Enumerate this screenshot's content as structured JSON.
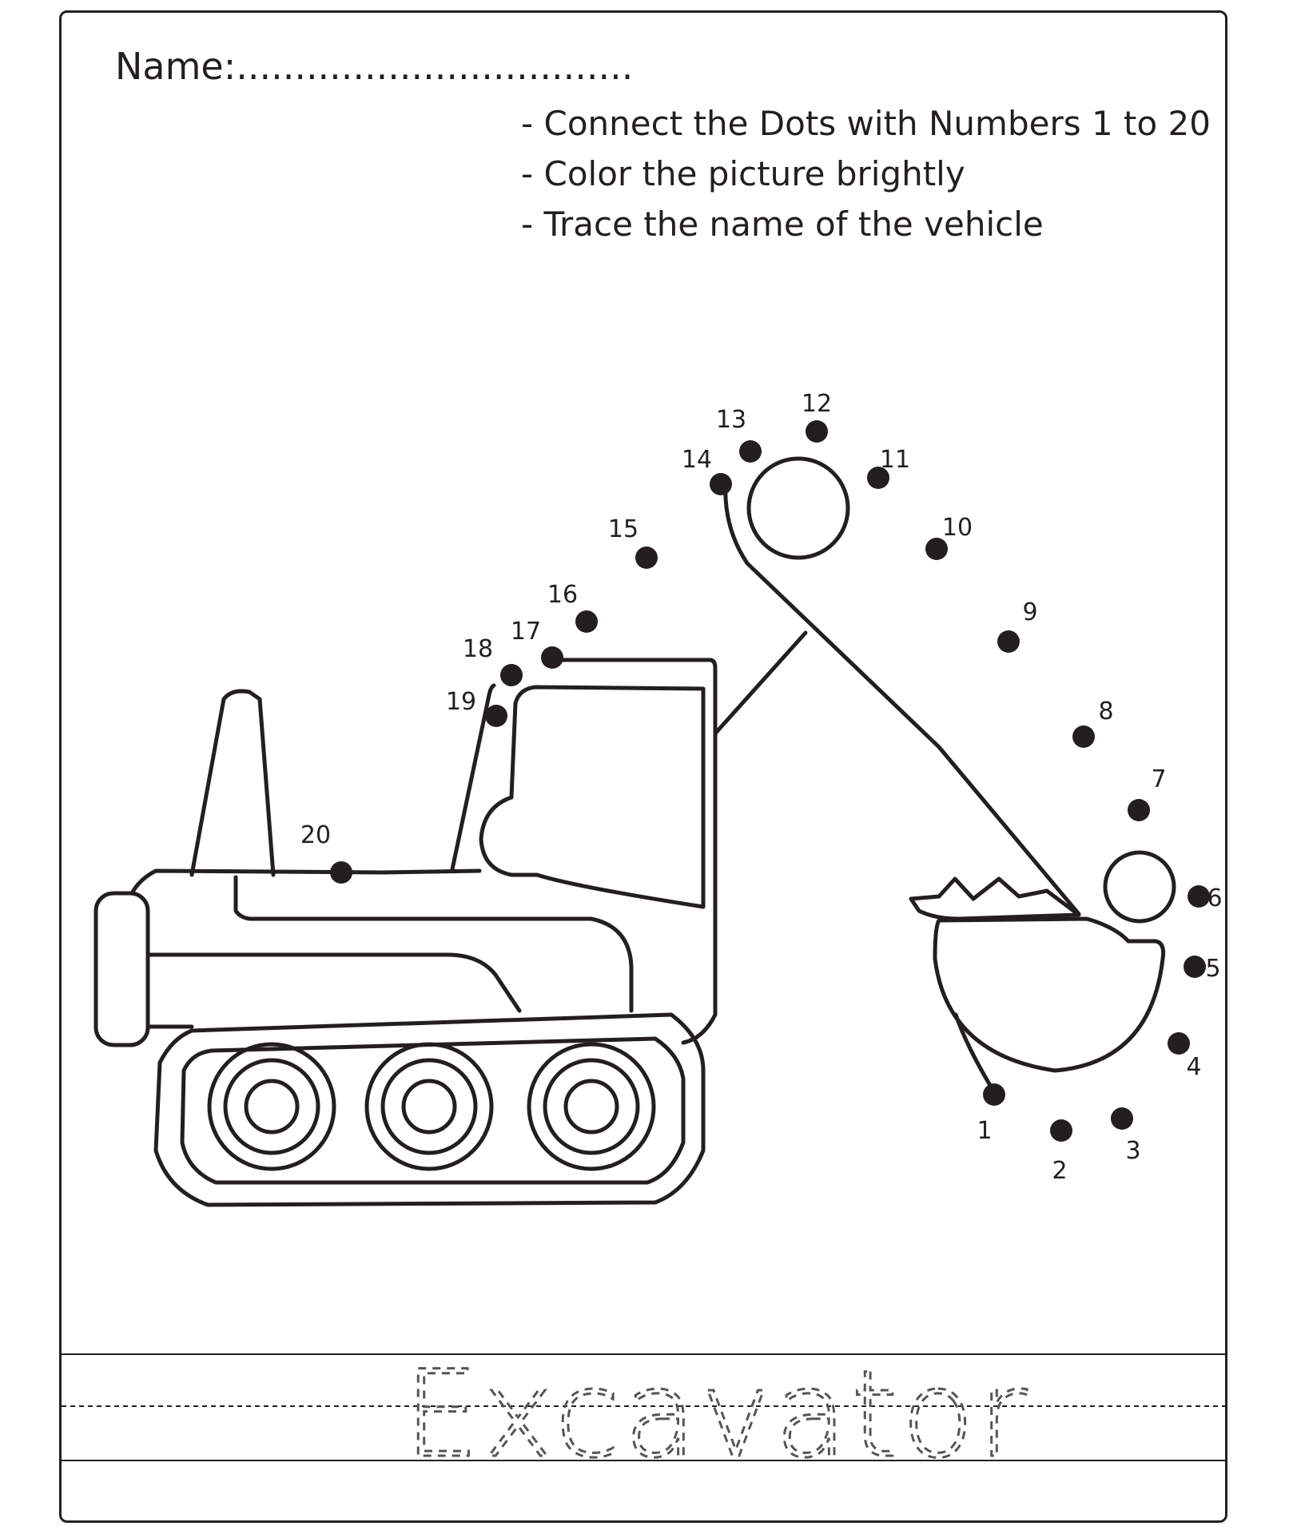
{
  "worksheet": {
    "name_label": "Name:..................................",
    "instructions": [
      "- Connect the Dots with Numbers 1 to 20",
      "- Color the picture brightly",
      "- Trace the name of the vehicle"
    ],
    "trace_word": "Excavator",
    "dot_labels": [
      "1",
      "2",
      "3",
      "4",
      "5",
      "6",
      "7",
      "8",
      "9",
      "10",
      "11",
      "12",
      "13",
      "14",
      "15",
      "16",
      "17",
      "18",
      "19",
      "20"
    ]
  }
}
